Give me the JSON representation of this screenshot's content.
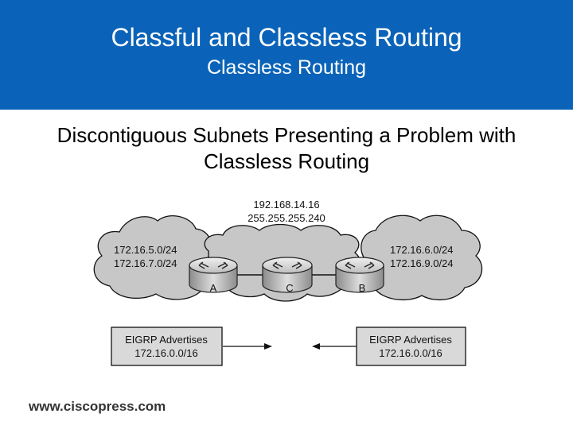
{
  "header": {
    "title": "Classful and Classless Routing",
    "subtitle": "Classless Routing"
  },
  "heading": {
    "line1": "Discontiguous Subnets Presenting a Problem with",
    "line2": "Classless Routing"
  },
  "diagram": {
    "center_network": {
      "address": "192.168.14.16",
      "mask": "255.255.255.240"
    },
    "left_cloud": {
      "nets": [
        "172.16.5.0/24",
        "172.16.7.0/24"
      ]
    },
    "right_cloud": {
      "nets": [
        "172.16.6.0/24",
        "172.16.9.0/24"
      ]
    },
    "routers": [
      "A",
      "C",
      "B"
    ],
    "left_advert": {
      "line1": "EIGRP Advertises",
      "line2": "172.16.0.0/16"
    },
    "right_advert": {
      "line1": "EIGRP Advertises",
      "line2": "172.16.0.0/16"
    }
  },
  "footer": {
    "url": "www.ciscopress.com"
  },
  "colors": {
    "header_bg": "#0a63b8",
    "cloud_fill": "#c7c7c7",
    "box_fill": "#d9d9d9"
  }
}
